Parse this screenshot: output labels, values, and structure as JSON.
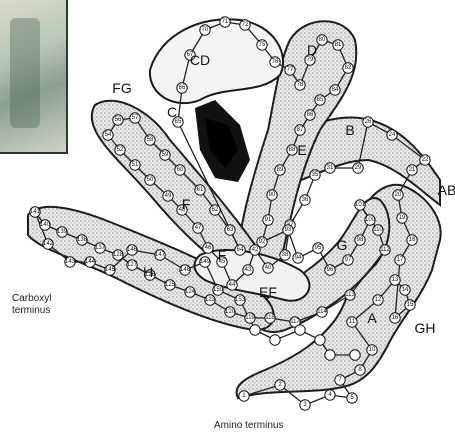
{
  "figure": {
    "helix_labels": [
      "A",
      "B",
      "C",
      "CD",
      "D",
      "E",
      "EF",
      "F",
      "F",
      "FG",
      "G",
      "GH",
      "H",
      "AB"
    ],
    "carboxyl_label": "Carboxyl terminus",
    "carboxyl_lines": [
      "Carboxyl",
      "terminus"
    ],
    "amino_label": "Amino terminus",
    "residue_numbers": [
      "1",
      "2",
      "3",
      "4",
      "5",
      "7",
      "8",
      "10",
      "11",
      "12",
      "13",
      "14",
      "15",
      "16",
      "17",
      "18",
      "19",
      "20",
      "21",
      "22",
      "24",
      "26",
      "29",
      "31",
      "35",
      "36",
      "37",
      "38",
      "40",
      "42",
      "43",
      "44",
      "45",
      "46",
      "47",
      "48",
      "49",
      "50",
      "51",
      "52",
      "54",
      "56",
      "57",
      "58",
      "59",
      "60",
      "61",
      "62",
      "63",
      "64",
      "65",
      "66",
      "67",
      "70",
      "71",
      "72",
      "75",
      "76",
      "77",
      "78",
      "79",
      "80",
      "81",
      "82",
      "84",
      "85",
      "86",
      "87",
      "88",
      "89",
      "90",
      "91",
      "92",
      "93",
      "94",
      "95",
      "96",
      "97",
      "98",
      "100",
      "101",
      "110",
      "112",
      "113",
      "114",
      "117",
      "118",
      "119",
      "120",
      "123",
      "124",
      "125",
      "126",
      "127",
      "128",
      "137",
      "138",
      "139",
      "140",
      "141",
      "142",
      "143",
      "144",
      "145",
      "146",
      "147",
      "148",
      "149",
      "150",
      "153"
    ],
    "heme_color": "#111111",
    "stipple_color": "#555555"
  }
}
